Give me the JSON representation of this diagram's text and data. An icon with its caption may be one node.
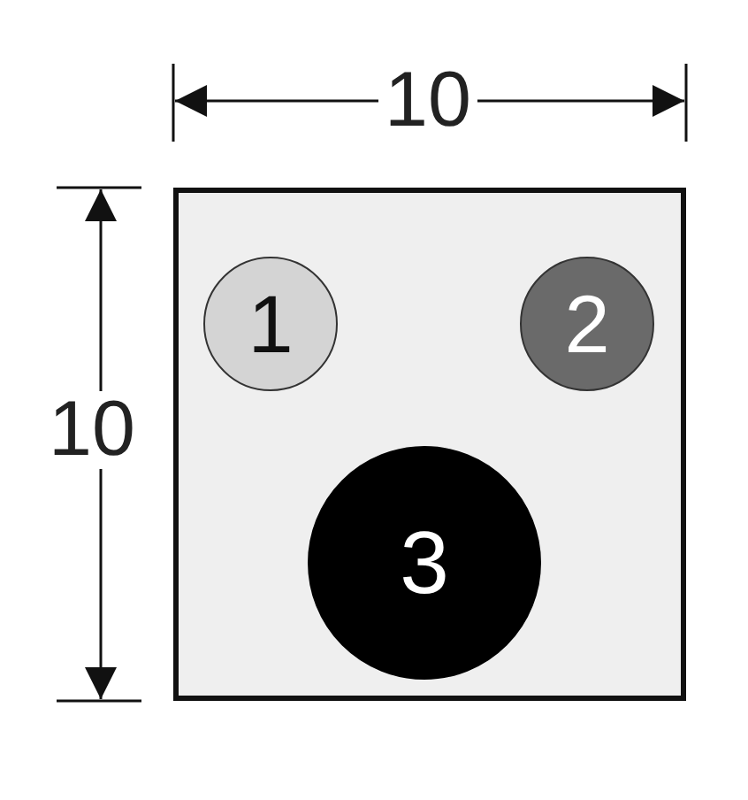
{
  "diagram": {
    "nodes": [
      {
        "text": [],
        "shape": "box"
      },
      {
        "text": [
          "1"
        ],
        "in": 0
      },
      {
        "text": [
          "2"
        ],
        "in": 0
      },
      {
        "text": [
          "3"
        ],
        "in": 0
      }
    ],
    "labels": [
      "10",
      "10"
    ]
  }
}
